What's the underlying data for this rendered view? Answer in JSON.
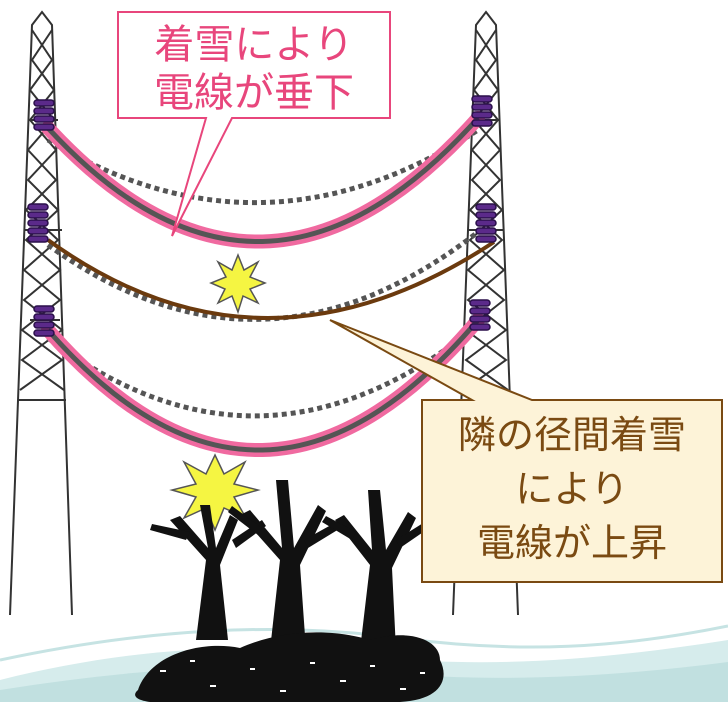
{
  "callout_top": {
    "line1": "着雪により",
    "line2": "電線が垂下",
    "color": "#e8467c"
  },
  "callout_bottom": {
    "line1": "隣の径間着雪",
    "line2": "により",
    "line3": "電線が上昇",
    "color": "#7a4a12",
    "fill": "#fdf3d8"
  },
  "colors": {
    "snow_wire": "#f06aa0",
    "wire_core": "#555555",
    "raised_wire": "#6b3a0e",
    "original_wire": "#555555",
    "insulator": "#5b2a8a",
    "spark": "#f5f542",
    "ground_band": "#cfe8e8"
  }
}
